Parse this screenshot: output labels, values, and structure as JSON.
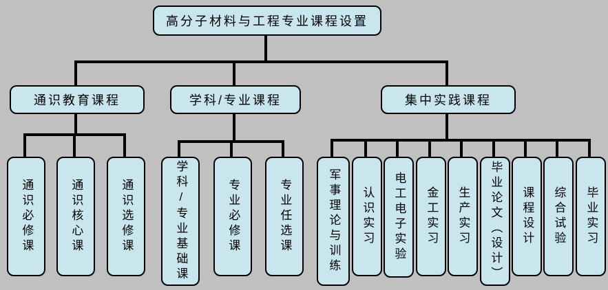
{
  "diagram": {
    "type": "tree",
    "background_color": "#c0c0c0",
    "node_fill_color": "#c9e6ee",
    "node_border_color": "#000000",
    "connector_color": "#000000"
  },
  "root": {
    "label": "高分子材料与工程专业课程设置"
  },
  "branches": [
    {
      "label": "通识教育课程",
      "children": [
        {
          "label": "通识必修课"
        },
        {
          "label": "通识核心课"
        },
        {
          "label": "通识选修课"
        }
      ]
    },
    {
      "label": "学科/专业课程",
      "children": [
        {
          "label": "学科/专业基础课"
        },
        {
          "label": "专业必修课"
        },
        {
          "label": "专业任选课"
        }
      ]
    },
    {
      "label": "集中实践课程",
      "children": [
        {
          "label": "军事理论与训练"
        },
        {
          "label": "认识实习"
        },
        {
          "label": "电工电子实验"
        },
        {
          "label": "金工实习"
        },
        {
          "label": "生产实习"
        },
        {
          "label": "毕业论文（设计）"
        },
        {
          "label": "课程设计"
        },
        {
          "label": "综合试验"
        },
        {
          "label": "毕业实习"
        }
      ]
    }
  ]
}
